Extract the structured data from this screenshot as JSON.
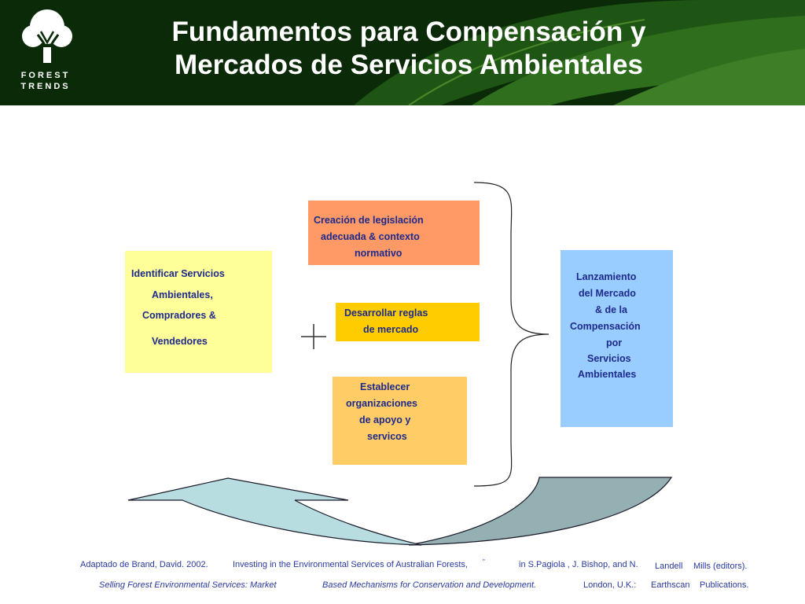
{
  "header": {
    "title_line1": "Fundamentos para Compensación y",
    "title_line2": "Mercados de Servicios Ambientales",
    "logo_line1": "FOREST",
    "logo_line2": "TRENDS",
    "background": "#0b2a08"
  },
  "boxes": {
    "identificar": {
      "lines": [
        "Identificar Servicios",
        "Ambientales,",
        "Compradores &",
        "Vendedores"
      ],
      "color": "#ffff99"
    },
    "legislacion": {
      "lines": [
        "Creación de legislación",
        "adecuada & contexto",
        "normativo"
      ],
      "color": "#ff9966"
    },
    "reglas": {
      "lines": [
        "Desarrollar reglas",
        "de mercado"
      ],
      "color": "#ffcc00"
    },
    "organizaciones": {
      "lines": [
        "Establecer",
        "organizaciones",
        "de apoyo y",
        "servicos"
      ],
      "color": "#ffcc66"
    },
    "lanzamiento": {
      "lines": [
        "Lanzamiento",
        "del Mercado",
        "& de la",
        "Compensación",
        "por",
        "Servicios",
        "Ambientales"
      ],
      "color": "#99ccff"
    }
  },
  "citation": {
    "r1_a": "Adaptado de Brand, David. 2002.",
    "r1_b": "Investing in the Environmental Services of Australian Forests,",
    "r1_c": "\"",
    "r1_d": "in S.Pagiola , J. Bishop, and N.",
    "r1_e": "Landell",
    "r1_f": "Mills (editors).",
    "r2_a": "Selling Forest Environmental Services: Market",
    "r2_b": "Based Mechanisms for Conservation and Development.",
    "r2_c": "London, U.K.:",
    "r2_d": "Earthscan",
    "r2_e": "Publications."
  }
}
